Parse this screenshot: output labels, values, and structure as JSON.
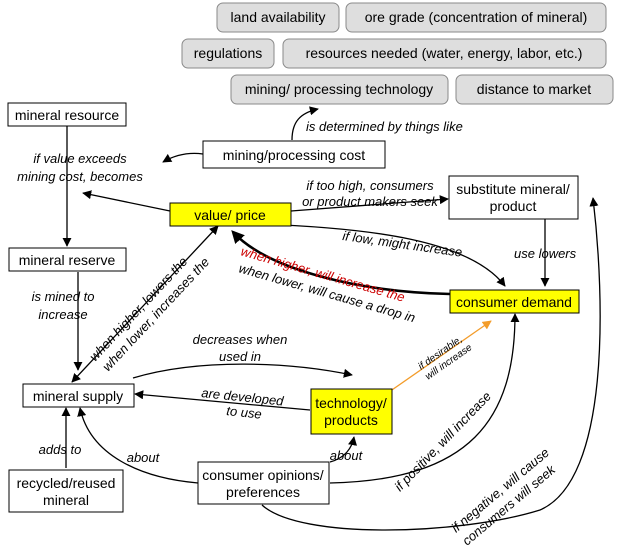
{
  "factors": {
    "land_availability": "land availability",
    "ore_grade": "ore grade (concentration of mineral)",
    "regulations": "regulations",
    "resources_needed": "resources needed (water, energy, labor, etc.)",
    "mining_technology": "mining/ processing technology",
    "distance_to_market": "distance to market"
  },
  "nodes": {
    "mineral_resource": "mineral resource",
    "mining_cost": "mining/processing cost",
    "value_price": "value/ price",
    "substitute": [
      "substitute mineral/",
      "product"
    ],
    "mineral_reserve": "mineral reserve",
    "consumer_demand": "consumer demand",
    "mineral_supply": "mineral supply",
    "technology": [
      "technology/",
      "products"
    ],
    "recycled": [
      "recycled/reused",
      "mineral"
    ],
    "opinions": [
      "consumer opinions/",
      "preferences"
    ]
  },
  "labels": {
    "determined_by": "is determined by things like",
    "if_value_exceeds": [
      "if value exceeds",
      "mining cost, becomes"
    ],
    "if_too_high": [
      "if too high, consumers",
      "or product makers seek"
    ],
    "if_low": "if low, might increase",
    "use_lowers": "use lowers",
    "when_higher_increase": "when higher, will increase the",
    "when_lower_drop": "when lower, will cause a drop in",
    "is_mined_to": [
      "is mined to",
      "increase"
    ],
    "when_higher_lowers": "when higher, lowers the",
    "when_lower_increases": "when lower, increases the",
    "decreases_when": [
      "decreases when",
      "used in"
    ],
    "if_desirable": [
      "if desirable,",
      "will increase"
    ],
    "are_developed": [
      "are developed",
      "to use"
    ],
    "adds_to": "adds to",
    "about_left": "about",
    "about_right": "about",
    "if_positive": "if positive, will increase",
    "if_negative": [
      "if negative, will cause",
      "consumers will seek"
    ]
  },
  "colors": {
    "highlight": "#ffff00",
    "factor_box": "#dedede",
    "red_label": "#cc0000",
    "orange_arrow": "#f39c2a"
  }
}
